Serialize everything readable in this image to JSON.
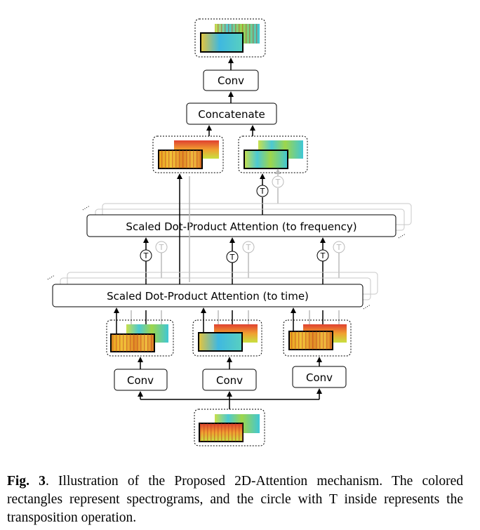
{
  "diagram": {
    "top_conv": "Conv",
    "concatenate": "Concatenate",
    "attn_freq": "Scaled Dot-Product Attention (to frequency)",
    "attn_time": "Scaled Dot-Product Attention (to time)",
    "conv_left": "Conv",
    "conv_mid": "Conv",
    "conv_right": "Conv",
    "transpose_symbol": "T"
  },
  "caption": {
    "label": "Fig. 3",
    "text": ". Illustration of the Proposed 2D-Attention mechanism. The colored rectangles represent spectrograms, and the circle with T inside represents the transposition operation."
  },
  "colors": {
    "spectrogram_warm": "#e8a21f",
    "spectrogram_cool": "#3fc7d6",
    "spectrogram_mid": "#9ed64a",
    "gray_path": "#bbbbbb"
  }
}
